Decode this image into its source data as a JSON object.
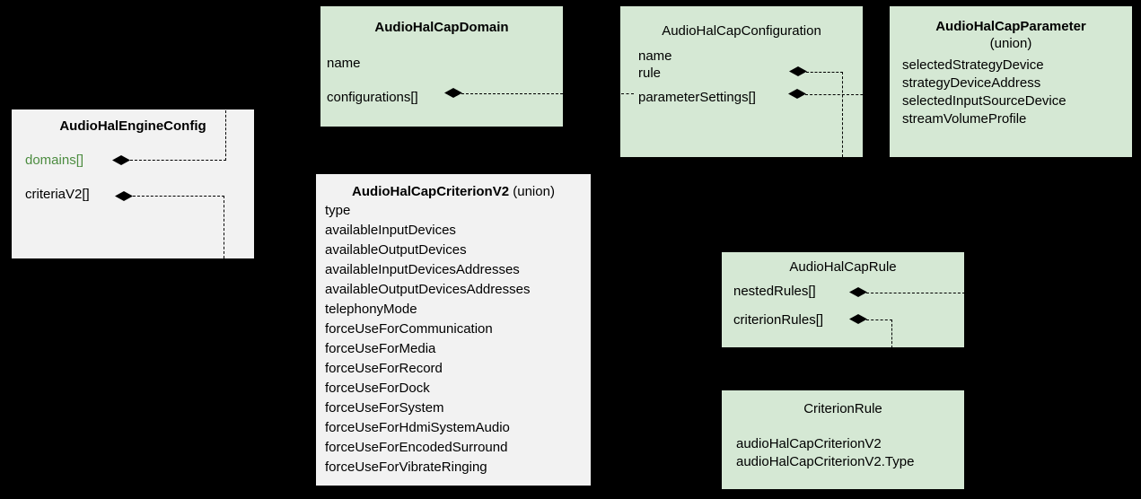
{
  "diagram": {
    "type": "uml-class-diagram",
    "background_color": "#000000",
    "palette": {
      "grey_fill": "#f2f2f2",
      "green_fill": "#d5e8d4",
      "text": "#000000",
      "accent_green_text": "#4c8c40",
      "connector": "#000000"
    }
  },
  "boxes": {
    "engine_config": {
      "title": "AudioHalEngineConfig",
      "fill": "#f2f2f2",
      "attributes": [
        {
          "label": "domains[]",
          "accent": true,
          "aggregation": true
        },
        {
          "label": "criteriaV2[]",
          "accent": false,
          "aggregation": true
        }
      ]
    },
    "cap_domain": {
      "title": "AudioHalCapDomain",
      "fill": "#d5e8d4",
      "attributes": [
        {
          "label": "name",
          "aggregation": false
        },
        {
          "label": "configurations[]",
          "aggregation": true
        }
      ]
    },
    "cap_configuration": {
      "title": "AudioHalCapConfiguration",
      "fill": "#d5e8d4",
      "attributes": [
        {
          "label": "name",
          "aggregation": false
        },
        {
          "label": "rule",
          "aggregation": true
        },
        {
          "label": "parameterSettings[]",
          "aggregation": true
        }
      ]
    },
    "cap_parameter": {
      "title": "AudioHalCapParameter",
      "subtitle": "(union)",
      "fill": "#d5e8d4",
      "attributes": [
        {
          "label": "selectedStrategyDevice"
        },
        {
          "label": "strategyDeviceAddress"
        },
        {
          "label": "selectedInputSourceDevice"
        },
        {
          "label": "streamVolumeProfile"
        }
      ]
    },
    "cap_criterion_v2": {
      "title": "AudioHalCapCriterionV2",
      "title_suffix": "(union)",
      "fill": "#f2f2f2",
      "attributes": [
        {
          "label": "type"
        },
        {
          "label": "availableInputDevices"
        },
        {
          "label": "availableOutputDevices"
        },
        {
          "label": "availableInputDevicesAddresses"
        },
        {
          "label": "availableOutputDevicesAddresses"
        },
        {
          "label": "telephonyMode"
        },
        {
          "label": "forceUseForCommunication"
        },
        {
          "label": "forceUseForMedia"
        },
        {
          "label": "forceUseForRecord"
        },
        {
          "label": "forceUseForDock"
        },
        {
          "label": "forceUseForSystem"
        },
        {
          "label": "forceUseForHdmiSystemAudio"
        },
        {
          "label": "forceUseForEncodedSurround"
        },
        {
          "label": "forceUseForVibrateRinging"
        }
      ]
    },
    "cap_rule": {
      "title": "AudioHalCapRule",
      "fill": "#d5e8d4",
      "attributes": [
        {
          "label": "nestedRules[]",
          "aggregation": true
        },
        {
          "label": "criterionRules[]",
          "aggregation": true
        }
      ]
    },
    "criterion_rule": {
      "title": "CriterionRule",
      "fill": "#d5e8d4",
      "attributes": [
        {
          "label": "audioHalCapCriterionV2"
        },
        {
          "label": "audioHalCapCriterionV2.Type"
        }
      ]
    }
  }
}
